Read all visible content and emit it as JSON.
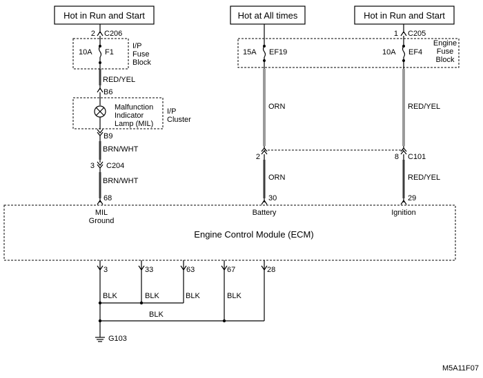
{
  "sources": {
    "left": "Hot in Run and Start",
    "middle": "Hot at All times",
    "right": "Hot in Run and Start"
  },
  "connectors": {
    "c206_pin": "2",
    "c206": "C206",
    "c205_pin": "1",
    "c205": "C205",
    "b6": "B6",
    "b9": "B9",
    "c204_pin": "3",
    "c204": "C204",
    "c101_left_pin": "2",
    "c101_right_pin": "8",
    "c101": "C101"
  },
  "fuse_blocks": {
    "ip_label": [
      "I/P",
      "Fuse",
      "Block"
    ],
    "engine_label": [
      "Engine",
      "Fuse",
      "Block"
    ],
    "f1_rating": "10A",
    "f1_name": "F1",
    "ef19_rating": "15A",
    "ef19_name": "EF19",
    "ef4_rating": "10A",
    "ef4_name": "EF4"
  },
  "cluster": {
    "lamp_label": [
      "Malfunction",
      "Indicator",
      "Lamp (MIL)"
    ],
    "cluster_label": [
      "I/P",
      "Cluster"
    ]
  },
  "wires": {
    "red_yel_1": "RED/YEL",
    "brn_wht_1": "BRN/WHT",
    "brn_wht_2": "BRN/WHT",
    "orn_1": "ORN",
    "orn_2": "ORN",
    "red_yel_2": "RED/YEL",
    "red_yel_3": "RED/YEL",
    "blk_1": "BLK",
    "blk_2": "BLK",
    "blk_3": "BLK",
    "blk_4": "BLK",
    "blk_5": "BLK"
  },
  "ecm": {
    "title": "Engine Control Module (ECM)",
    "pin_68": "68",
    "pin_30": "30",
    "pin_29": "29",
    "label_mil": [
      "MIL",
      "Ground"
    ],
    "label_battery": "Battery",
    "label_ignition": "Ignition",
    "pin_3": "3",
    "pin_33": "33",
    "pin_63": "63",
    "pin_67": "67",
    "pin_28": "28"
  },
  "ground": {
    "name": "G103"
  },
  "figure_id": "M5A11F07"
}
